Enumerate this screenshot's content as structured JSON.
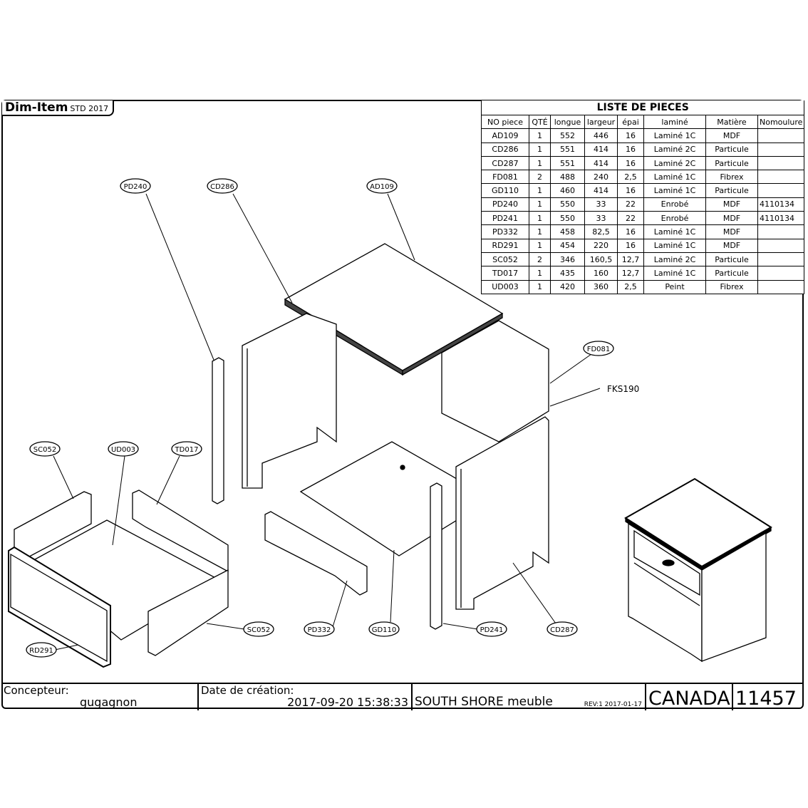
{
  "header": {
    "brand": "Dim-Item",
    "version": "STD 2017"
  },
  "parts_list": {
    "title": "LISTE DE PIECES",
    "columns": [
      "NO piece",
      "QTÉ",
      "longue",
      "largeur",
      "épai",
      "laminé",
      "Matière",
      "Nomoulure"
    ],
    "rows": [
      [
        "AD109",
        "1",
        "552",
        "446",
        "16",
        "Laminé 1C",
        "MDF",
        ""
      ],
      [
        "CD286",
        "1",
        "551",
        "414",
        "16",
        "Laminé 2C",
        "Particule",
        ""
      ],
      [
        "CD287",
        "1",
        "551",
        "414",
        "16",
        "Laminé 2C",
        "Particule",
        ""
      ],
      [
        "FD081",
        "2",
        "488",
        "240",
        "2,5",
        "Laminé 1C",
        "Fibrex",
        ""
      ],
      [
        "GD110",
        "1",
        "460",
        "414",
        "16",
        "Laminé 1C",
        "Particule",
        ""
      ],
      [
        "PD240",
        "1",
        "550",
        "33",
        "22",
        "Enrobé",
        "MDF",
        "4110134"
      ],
      [
        "PD241",
        "1",
        "550",
        "33",
        "22",
        "Enrobé",
        "MDF",
        "4110134"
      ],
      [
        "PD332",
        "1",
        "458",
        "82,5",
        "16",
        "Laminé 1C",
        "MDF",
        ""
      ],
      [
        "RD291",
        "1",
        "454",
        "220",
        "16",
        "Laminé 1C",
        "MDF",
        ""
      ],
      [
        "SC052",
        "2",
        "346",
        "160,5",
        "12,7",
        "Laminé 2C",
        "Particule",
        ""
      ],
      [
        "TD017",
        "1",
        "435",
        "160",
        "12,7",
        "Laminé 1C",
        "Particule",
        ""
      ],
      [
        "UD003",
        "1",
        "420",
        "360",
        "2,5",
        "Peint",
        "Fibrex",
        ""
      ]
    ]
  },
  "callouts": {
    "pd240": "PD240",
    "cd286": "CD286",
    "ad109": "AD109",
    "fd081": "FD081",
    "fks190": "FKS190",
    "sc052a": "SC052",
    "ud003": "UD003",
    "td017": "TD017",
    "rd291": "RD291",
    "sc052b": "SC052",
    "pd332": "PD332",
    "gd110": "GD110",
    "pd241": "PD241",
    "cd287": "CD287"
  },
  "title_block": {
    "designer_label": "Concepteur:",
    "designer": "gugagnon",
    "date_label": "Date de création:",
    "date": "2017-09-20 15:38:33",
    "company": "SOUTH SHORE meuble",
    "rev": "REV:1  2017-01-17",
    "country": "CANADA",
    "item_number": "11457"
  }
}
